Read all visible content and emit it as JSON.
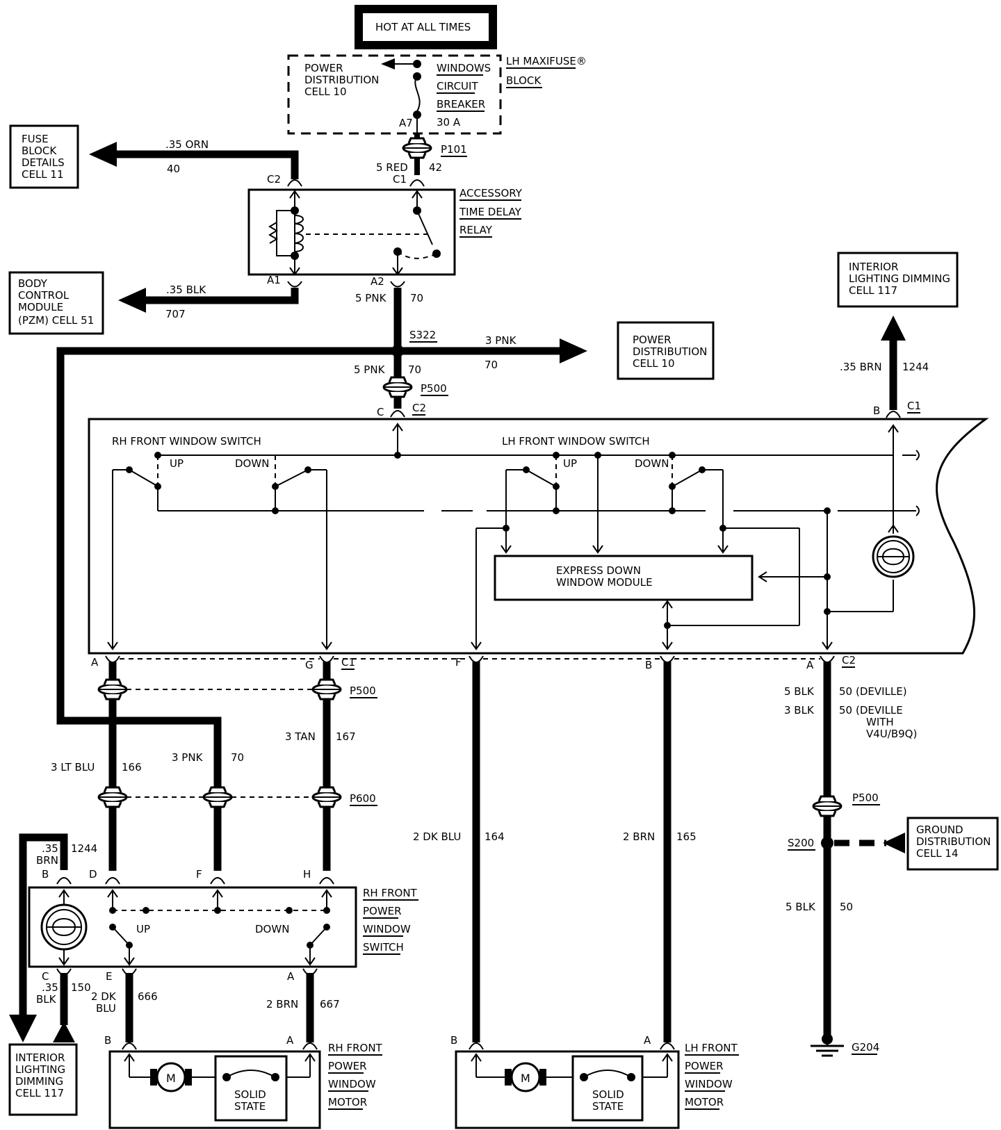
{
  "header": {
    "hot_label": "HOT AT ALL TIMES"
  },
  "maxifuse": {
    "name": "LH MAXIFUSE®",
    "name2": "BLOCK",
    "pd_line1": "POWER",
    "pd_line2": "DISTRIBUTION",
    "pd_line3": "CELL  10",
    "cb_line1": "WINDOWS",
    "cb_line2": "CIRCUIT",
    "cb_line3": "BREAKER",
    "cb_rating": "30 A",
    "pin": "A7"
  },
  "connectors": {
    "p101": "P101",
    "p500": "P500",
    "p600": "P600",
    "s322": "S322",
    "s200": "S200",
    "g204": "G204",
    "c1": "C1",
    "c2": "C2",
    "a1": "A1",
    "a2": "A2",
    "pin_a": "A",
    "pin_b": "B",
    "pin_c": "C",
    "pin_d": "D",
    "pin_e": "E",
    "pin_f": "F",
    "pin_g": "G",
    "pin_h": "H"
  },
  "wires": {
    "orn_size": ".35  ORN",
    "orn_num": "40",
    "red_size": "5  RED",
    "red_num": "42",
    "blk707_size": ".35  BLK",
    "blk707_num": "707",
    "pnk5_size": "5  PNK",
    "pnk_num": "70",
    "pnk3_size": "3  PNK",
    "brn1244_size": ".35  BRN",
    "brn1244_num": "1244",
    "ltblu_size": "3  LT BLU",
    "ltblu_num": "166",
    "tan_size": "3  TAN",
    "tan_num": "167",
    "dkblu164_size": "2  DK BLU",
    "dkblu164_num": "164",
    "brn165_size": "2  BRN",
    "brn165_num": "165",
    "blk5_size": "5  BLK",
    "blk_num": "50",
    "blk3_size": "3  BLK",
    "deville": "(DEVILLE)",
    "deville_v4u_1": "(DEVILLE",
    "deville_v4u_2": "WITH",
    "deville_v4u_3": "V4U/B9Q)",
    "brn_small_1": ".35",
    "brn_small_2": "BRN",
    "blk150_1": ".35",
    "blk150_2": "BLK",
    "blk150_num": "150",
    "dkblu666_1": "2  DK",
    "dkblu666_2": "BLU",
    "dkblu666_num": "666",
    "brn667_size": "2  BRN",
    "brn667_num": "667"
  },
  "blocks": {
    "fuse_block": [
      "FUSE",
      "BLOCK",
      "DETAILS",
      "CELL  11"
    ],
    "bcm": [
      "BODY",
      "CONTROL",
      "MODULE",
      "(PZM)  CELL  51"
    ],
    "pd10": [
      "POWER",
      "DISTRIBUTION",
      "CELL  10"
    ],
    "ild_top": [
      "INTERIOR",
      "LIGHTING DIMMING",
      "CELL  117"
    ],
    "ild_bottom": [
      "INTERIOR",
      "LIGHTING",
      "DIMMING",
      "CELL  117"
    ],
    "ground_dist": [
      "GROUND",
      "DISTRIBUTION",
      "CELL  14"
    ]
  },
  "relay": {
    "line1": "ACCESSORY",
    "line2": "TIME  DELAY",
    "line3": "RELAY"
  },
  "switches": {
    "rh_front_switch": "RH  FRONT  WINDOW  SWITCH",
    "lh_front_switch": "LH  FRONT  WINDOW  SWITCH",
    "up": "UP",
    "down": "DOWN",
    "express_1": "EXPRESS  DOWN",
    "express_2": "WINDOW  MODULE",
    "rh_pws": [
      "RH  FRONT",
      "POWER",
      "WINDOW",
      "SWITCH"
    ]
  },
  "motors": {
    "rh": [
      "RH  FRONT",
      "POWER",
      "WINDOW",
      "MOTOR"
    ],
    "lh": [
      "LH  FRONT",
      "POWER",
      "WINDOW",
      "MOTOR"
    ],
    "m": "M",
    "solid_1": "SOLID",
    "solid_2": "STATE"
  }
}
